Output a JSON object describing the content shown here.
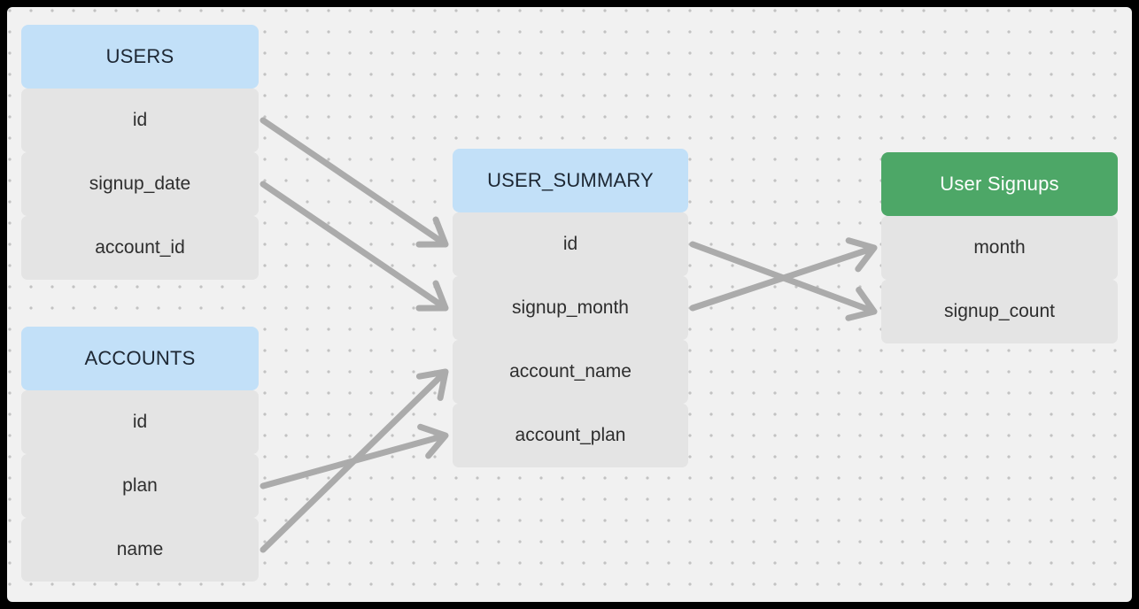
{
  "canvas": {
    "background": "#f1f1f1",
    "dot_color": "#c2c2c2",
    "frame_color": "#000000"
  },
  "colors": {
    "table_header_blue": "#c2e0f8",
    "table_header_green": "#4da767",
    "row_fill": "#e4e4e4",
    "edge": "#ababab",
    "header_text": "#1d2733",
    "row_text": "#2e2e2e",
    "green_header_text": "#ffffff"
  },
  "tables": {
    "users": {
      "title": "USERS",
      "fields": [
        "id",
        "signup_date",
        "account_id"
      ]
    },
    "accounts": {
      "title": "ACCOUNTS",
      "fields": [
        "id",
        "plan",
        "name"
      ]
    },
    "user_summary": {
      "title": "USER_SUMMARY",
      "fields": [
        "id",
        "signup_month",
        "account_name",
        "account_plan"
      ]
    },
    "user_signups": {
      "title": "User Signups",
      "fields": [
        "month",
        "signup_count"
      ]
    }
  },
  "edges": [
    {
      "from": "row-users-id",
      "to": "row-summary-id",
      "relation": "USERS.id → USER_SUMMARY.id"
    },
    {
      "from": "row-users-signup_date",
      "to": "row-summary-signup_month",
      "relation": "USERS.signup_date → USER_SUMMARY.signup_month"
    },
    {
      "from": "row-accounts-plan",
      "to": "row-summary-account_plan",
      "relation": "ACCOUNTS.plan → USER_SUMMARY.account_plan"
    },
    {
      "from": "row-accounts-name",
      "to": "row-summary-account_name",
      "relation": "ACCOUNTS.name → USER_SUMMARY.account_name"
    },
    {
      "from": "row-summary-id",
      "to": "row-signups-signup_count",
      "relation": "USER_SUMMARY.id → User Signups.signup_count"
    },
    {
      "from": "row-summary-signup_month",
      "to": "row-signups-month",
      "relation": "USER_SUMMARY.signup_month → User Signups.month"
    }
  ]
}
